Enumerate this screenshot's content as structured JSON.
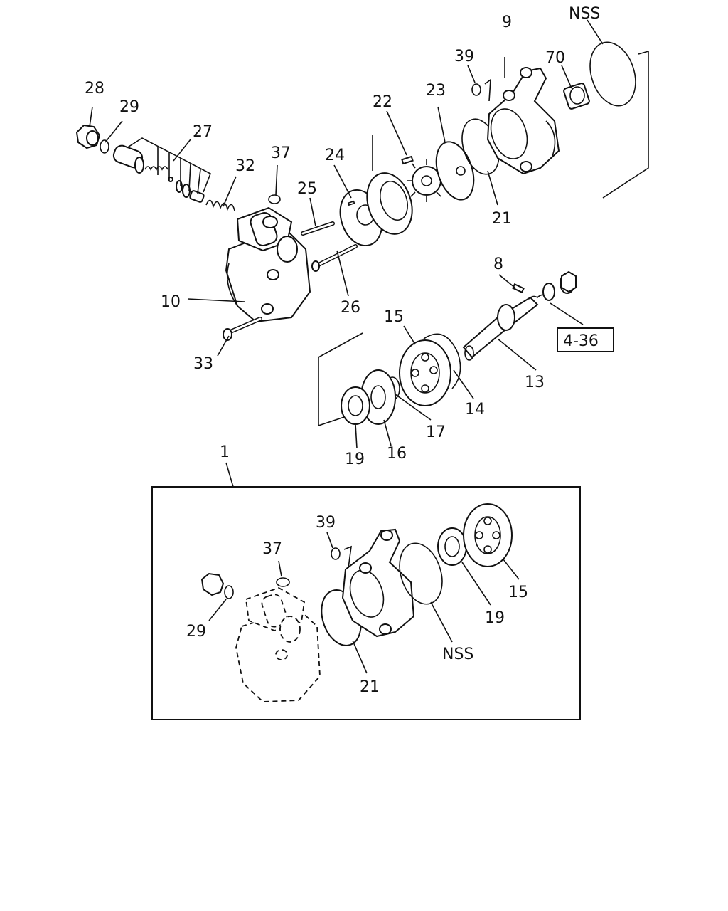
{
  "labels": {
    "l28": "28",
    "l29": "29",
    "l27": "27",
    "l37": "37",
    "l32": "32",
    "l25": "25",
    "l24": "24",
    "l22": "22",
    "l23": "23",
    "l39": "39",
    "l9": "9",
    "lnss": "NSS",
    "l70": "70",
    "l21": "21",
    "l10": "10",
    "l26": "26",
    "l8": "8",
    "lref": "4-36",
    "l13": "13",
    "l15": "15",
    "l14": "14",
    "l17": "17",
    "l16": "16",
    "l19": "19",
    "l33": "33",
    "l1": "1",
    "b_l39": "39",
    "b_l37": "37",
    "b_l29": "29",
    "b_l21": "21",
    "b_lnss": "NSS",
    "b_l19": "19",
    "b_l15": "15"
  }
}
